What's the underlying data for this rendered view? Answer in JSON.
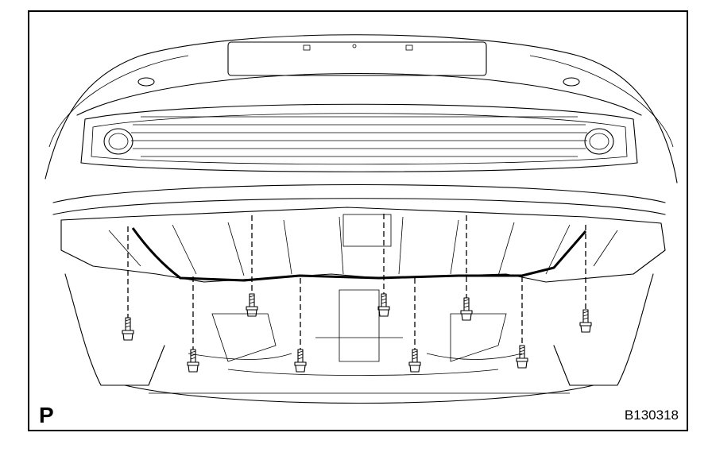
{
  "figure": {
    "view_letter": "P",
    "figure_id": "B130318"
  },
  "bolts": [
    {
      "name": "bolt-1"
    },
    {
      "name": "bolt-2"
    },
    {
      "name": "bolt-3"
    },
    {
      "name": "bolt-4"
    },
    {
      "name": "bolt-5"
    },
    {
      "name": "bolt-6"
    },
    {
      "name": "bolt-7"
    },
    {
      "name": "bolt-8"
    },
    {
      "name": "bolt-9"
    }
  ],
  "colors": {
    "line": "#000000",
    "background": "#ffffff"
  }
}
